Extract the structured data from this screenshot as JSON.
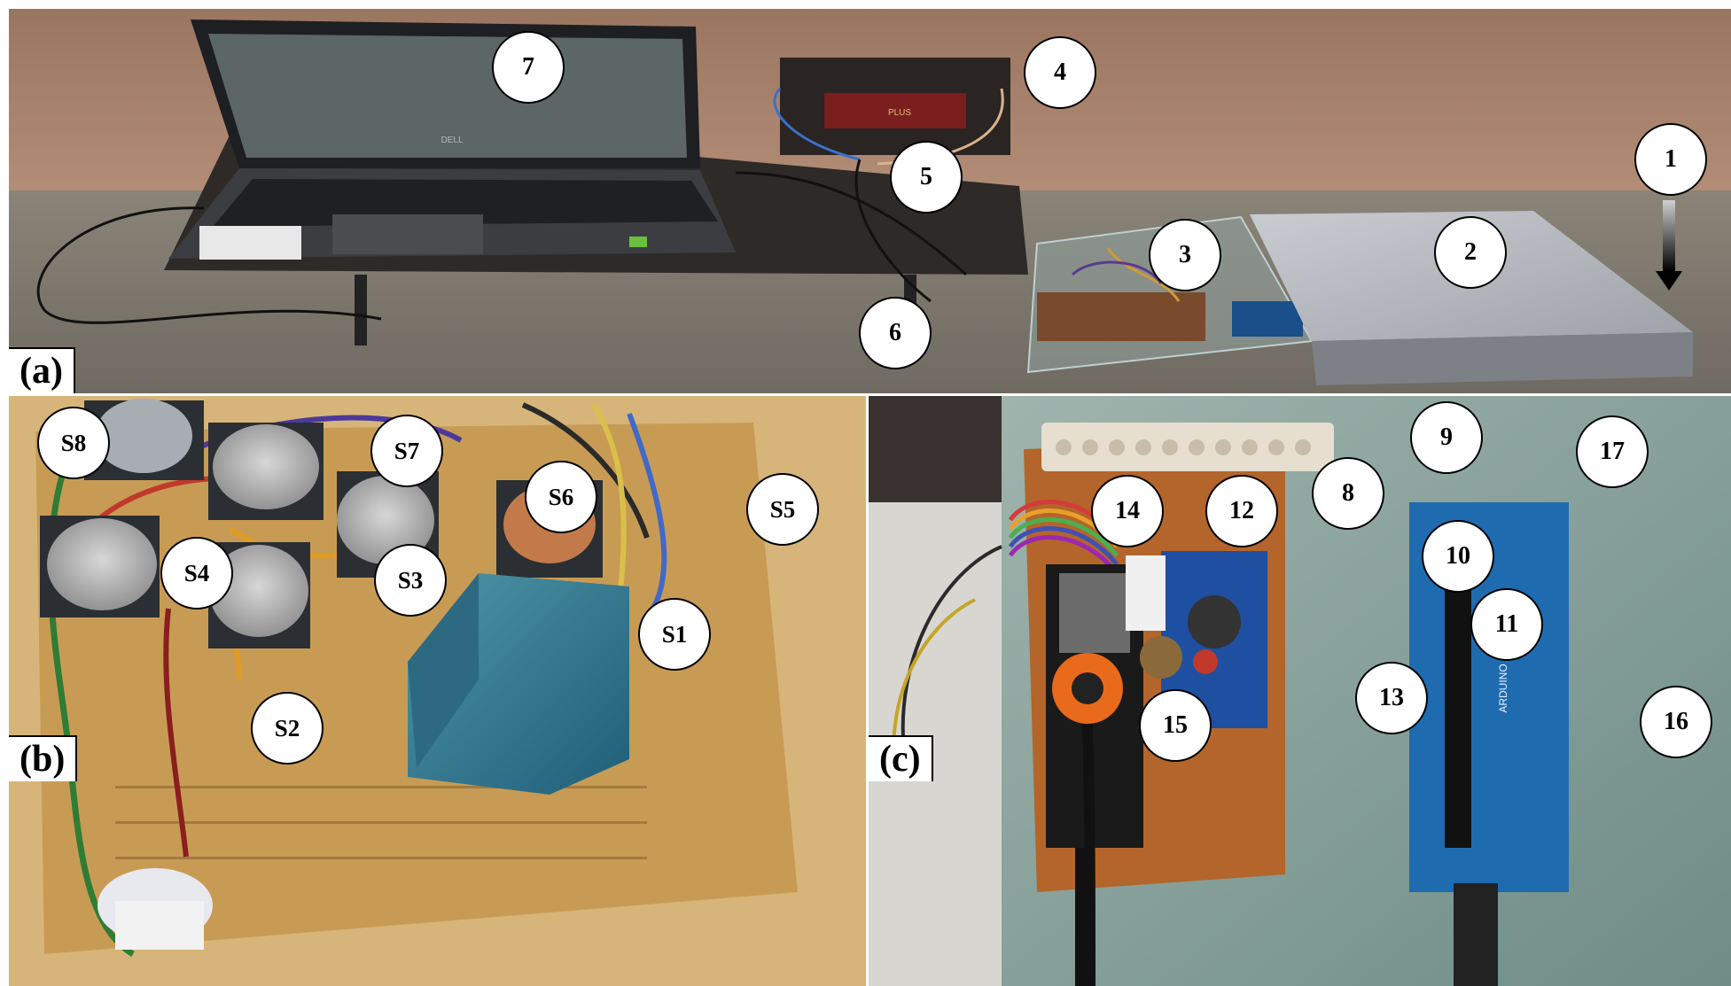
{
  "panels": [
    {
      "id": "a",
      "label": "(a)"
    },
    {
      "id": "b",
      "label": "(b)"
    },
    {
      "id": "c",
      "label": "(c)"
    }
  ],
  "laptop_brand": "DELL",
  "battery_label": "PLUS",
  "board_label": "ARDUINO",
  "callouts": {
    "c1": "1",
    "c2": "2",
    "c3": "3",
    "c4": "4",
    "c5": "5",
    "c6": "6",
    "c7": "7",
    "c8": "8",
    "c9": "9",
    "c10": "10",
    "c11": "11",
    "c12": "12",
    "c13": "13",
    "c14": "14",
    "c15": "15",
    "c16": "16",
    "c17": "17",
    "s1": "S1",
    "s2": "S2",
    "s3": "S3",
    "s4": "S4",
    "s5": "S5",
    "s6": "S6",
    "s7": "S7",
    "s8": "S8"
  }
}
